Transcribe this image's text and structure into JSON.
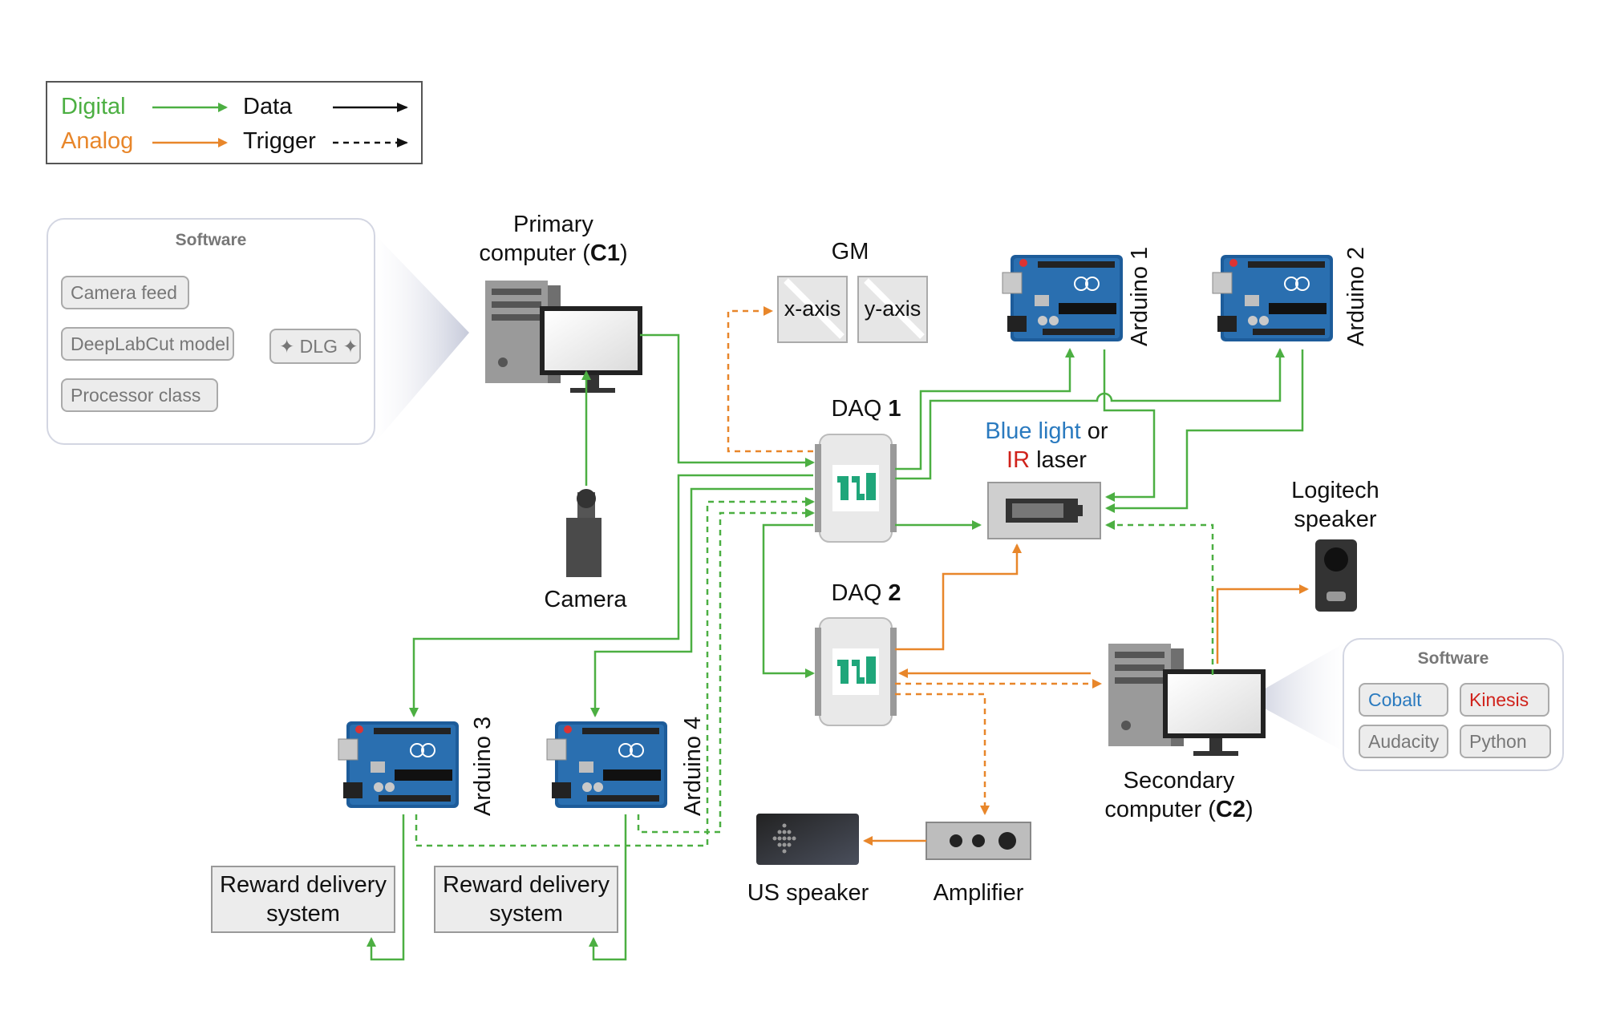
{
  "legend": {
    "digital": "Digital",
    "analog": "Analog",
    "data": "Data",
    "trigger": "Trigger"
  },
  "software_c1": {
    "title": "Software",
    "items": [
      "Camera feed",
      "DeepLabCut model",
      "Processor class"
    ],
    "dlg": "✦ DLG ✦"
  },
  "software_c2": {
    "title": "Software",
    "items": [
      "Cobalt",
      "Kinesis",
      "Audacity",
      "Python"
    ]
  },
  "nodes": {
    "primary_line1": "Primary",
    "primary_line2": "computer (",
    "primary_bold": "C1",
    "primary_close": ")",
    "gm": "GM",
    "gm_x": "x-axis",
    "gm_y": "y-axis",
    "arduino1": "Arduino 1",
    "arduino2": "Arduino 2",
    "arduino3": "Arduino 3",
    "arduino4": "Arduino 4",
    "daq1": "DAQ",
    "daq1_num": "1",
    "daq2": "DAQ",
    "daq2_num": "2",
    "blue_light": "Blue light",
    "or": " or",
    "ir": "IR",
    "laser": " laser",
    "camera": "Camera",
    "logitech_line1": "Logitech",
    "logitech_line2": "speaker",
    "secondary_line1": "Secondary",
    "secondary_line2": "computer (",
    "secondary_bold": "C2",
    "secondary_close": ")",
    "reward1_line1": "Reward delivery",
    "reward1_line2": "system",
    "reward2_line1": "Reward delivery",
    "reward2_line2": "system",
    "us_speaker": "US speaker",
    "amplifier": "Amplifier"
  },
  "colors": {
    "digital": "#4caf42",
    "analog": "#e8862a",
    "blue": "#2a7abf",
    "red": "#d0221b",
    "ni_green": "#1fa67a"
  }
}
